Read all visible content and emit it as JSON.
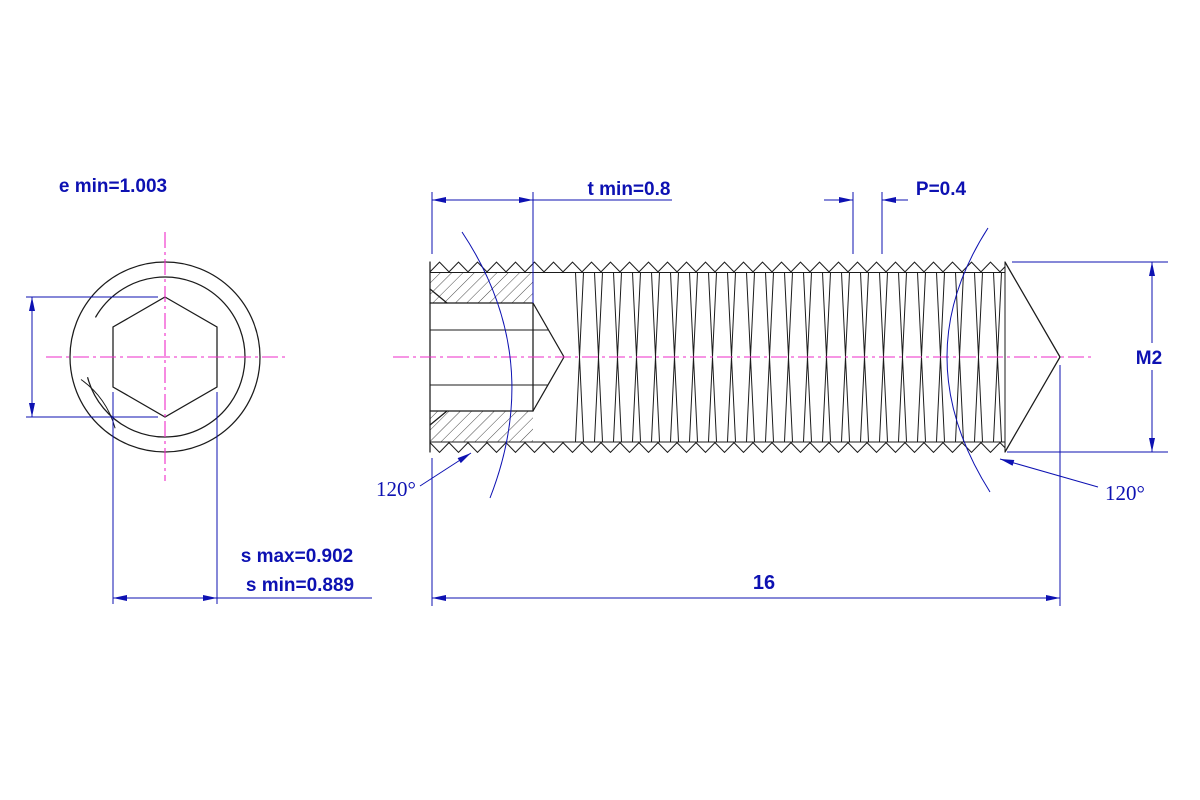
{
  "colors": {
    "dimension_blue": "#0d11b2",
    "centerline_magenta": "#ee2bc8",
    "line_black": "#1b1b1b",
    "background": "#ffffff"
  },
  "end_view": {
    "dim_e": "e min=1.003",
    "dim_s_max": "s max=0.902",
    "dim_s_min": "s min=0.889"
  },
  "side_view": {
    "dim_t": "t min=0.8",
    "dim_p": "P=0.4",
    "dim_thread": "M2",
    "dim_length": "16",
    "angle_left": "120°",
    "angle_right": "120°"
  }
}
